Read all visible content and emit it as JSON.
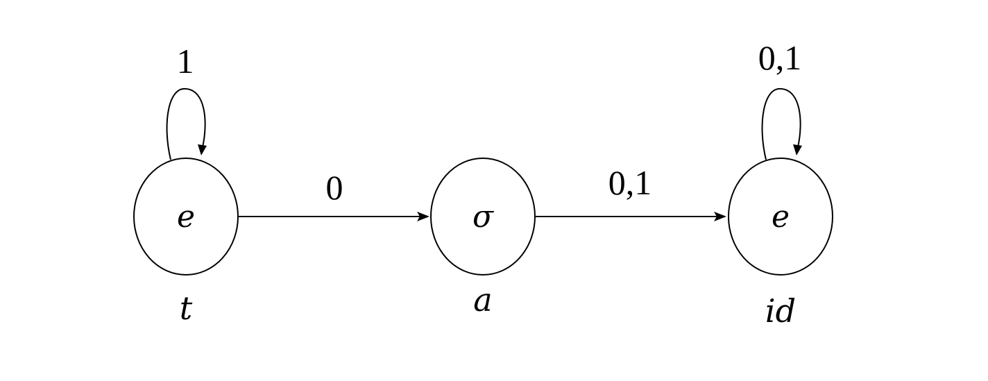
{
  "states": [
    {
      "id": "s_t",
      "inner": "e",
      "name": "t"
    },
    {
      "id": "s_a",
      "inner": "σ",
      "name": "a"
    },
    {
      "id": "s_id",
      "inner": "e",
      "name": "id"
    }
  ],
  "transitions": [
    {
      "from": "s_t",
      "to": "s_t",
      "label": "1"
    },
    {
      "from": "s_t",
      "to": "s_a",
      "label": "0"
    },
    {
      "from": "s_a",
      "to": "s_id",
      "label": "0,1"
    },
    {
      "from": "s_id",
      "to": "s_id",
      "label": "0,1"
    }
  ],
  "colors": {
    "stroke": "#000000",
    "background": "#ffffff"
  }
}
